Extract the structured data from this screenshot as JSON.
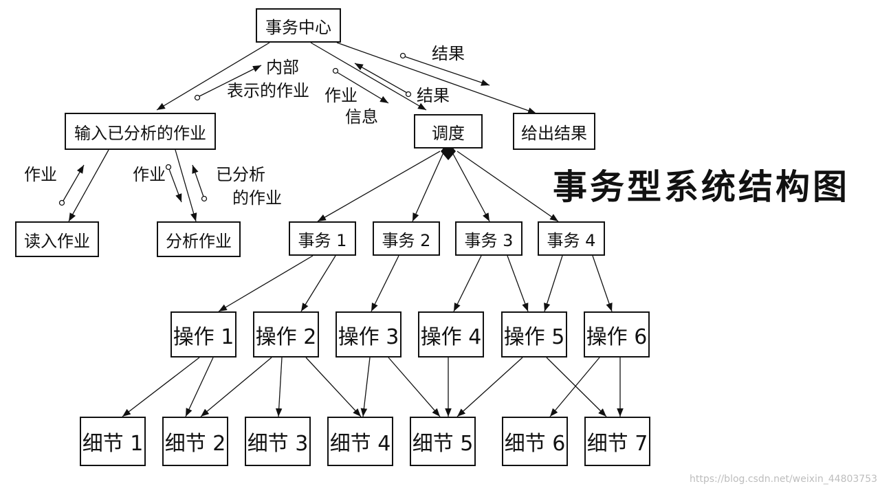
{
  "title": "事务型系统结构图",
  "watermark": "https://blog.csdn.net/weixin_44803753",
  "nodes": {
    "center": "事务中心",
    "input": "输入已分析的作业",
    "dispatch": "调度",
    "output": "给出结果",
    "read": "读入作业",
    "analyze": "分析作业",
    "t1": "事务 1",
    "t2": "事务 2",
    "t3": "事务 3",
    "t4": "事务 4",
    "op1": "操作 1",
    "op2": "操作 2",
    "op3": "操作 3",
    "op4": "操作 4",
    "op5": "操作 5",
    "op6": "操作 6",
    "d1": "细节 1",
    "d2": "细节 2",
    "d3": "细节 3",
    "d4": "细节 4",
    "d5": "细节 5",
    "d6": "细节 6",
    "d7": "细节 7"
  },
  "flow_labels": {
    "internal_line1": "内部",
    "internal_line2": "表示的作业",
    "job_info_line1": "作业",
    "job_info_line2": "信息",
    "result_top": "结果",
    "result_mid": "结果",
    "job_left": "作业",
    "job_mid": "作业",
    "analyzed_line1": "已分析",
    "analyzed_line2": "的作业"
  }
}
